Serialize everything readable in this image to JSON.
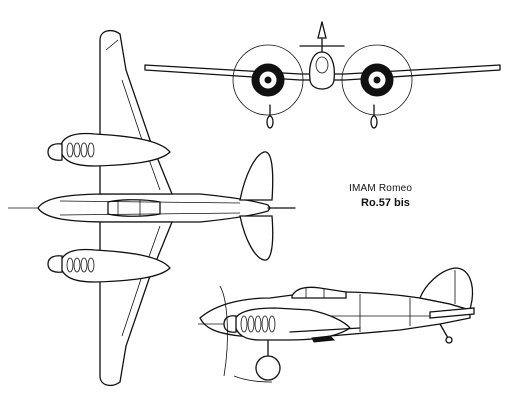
{
  "caption": {
    "manufacturer": "IMAM Romeo",
    "model": "Ro.57 bis"
  },
  "views": [
    "top-plan-view",
    "front-view",
    "side-profile-view"
  ],
  "ink_color": "#111111",
  "background_color": "#ffffff"
}
